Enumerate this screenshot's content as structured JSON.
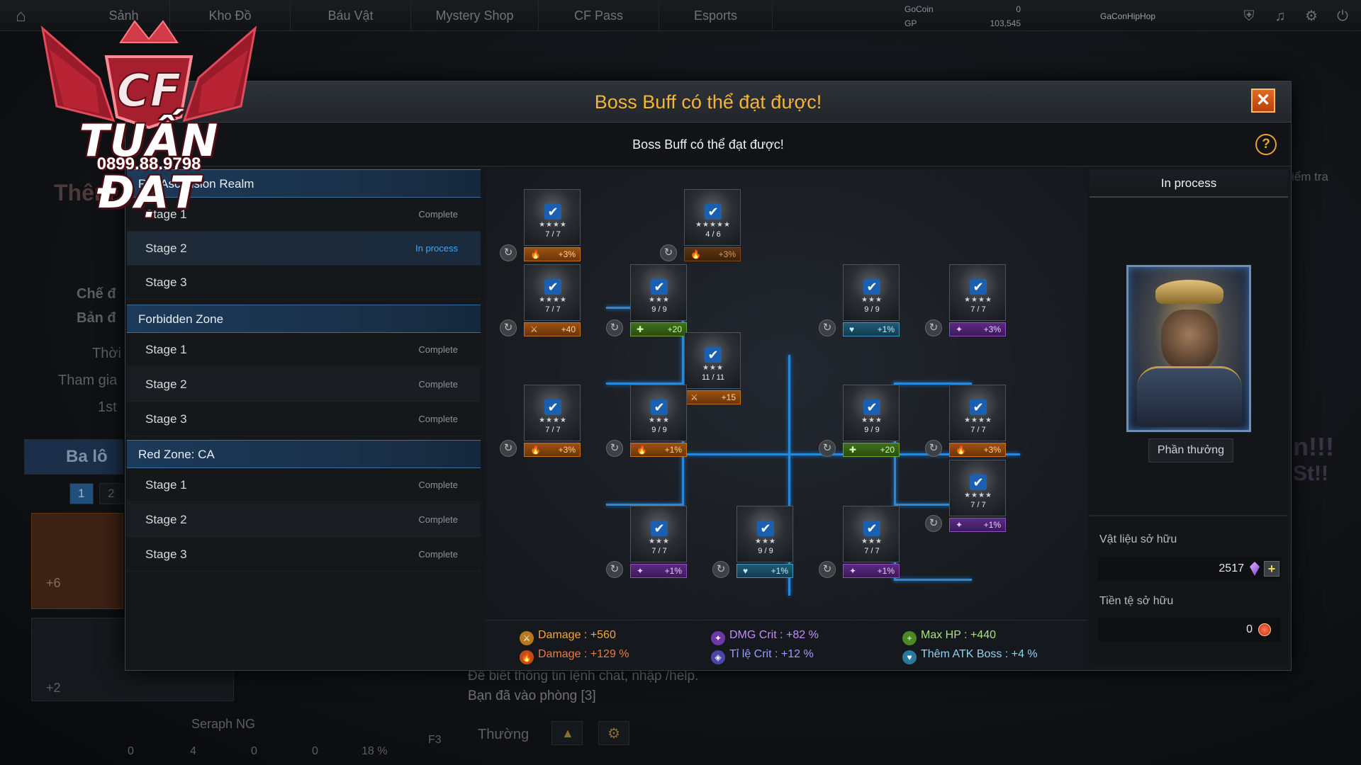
{
  "topbar": {
    "tabs": [
      "Sảnh",
      "Kho Đồ",
      "Báu Vật",
      "Mystery Shop",
      "CF Pass",
      "Esports"
    ],
    "gocoin_label": "GoCoin",
    "gocoin_value": "0",
    "gp_label": "GP",
    "gp_value": "103,545",
    "username": "GaConHipHop"
  },
  "logo": {
    "title": "TUẤN ĐẠT",
    "subtitle": "0899.88.9798",
    "emblem_text": "CF"
  },
  "background": {
    "left_title": "Thêm",
    "left_text_1": "Chế đ",
    "left_text_2": "Bản đ",
    "left_text_3": "Thời",
    "left_text_4": "Tham gia",
    "left_text_5": "1st",
    "bag_title": "Ba lô",
    "bag_page_1": "1",
    "bag_page_2": "2",
    "slot_1_count": "+6",
    "slot_2_count": "+2",
    "player_name": "Seraph NG",
    "chat_line_1": "Để biết thông tin lệnh chat, nhập /help.",
    "chat_line_2": "Bạn đã vào phòng [3]",
    "chat_mode": "Thường",
    "footer_counts": [
      "0",
      "4",
      "0",
      "0"
    ],
    "footer_percent": "18 %",
    "f3_key": "F3",
    "right_text_1": "iểm tra",
    "right_text_2": "n!!!",
    "right_text_3": "St!!"
  },
  "modal": {
    "title": "Boss Buff có thể đạt được!",
    "subtitle": "Boss Buff có thể đạt được!",
    "close_label": "✕",
    "help_label": "?"
  },
  "zones": [
    {
      "name": "RZ: Ascension Realm",
      "stages": [
        {
          "label": "Stage 1",
          "status": "Complete"
        },
        {
          "label": "Stage 2",
          "status": "In process"
        },
        {
          "label": "Stage 3",
          "status": ""
        }
      ]
    },
    {
      "name": "Forbidden Zone",
      "stages": [
        {
          "label": "Stage 1",
          "status": "Complete"
        },
        {
          "label": "Stage 2",
          "status": "Complete"
        },
        {
          "label": "Stage 3",
          "status": "Complete"
        }
      ]
    },
    {
      "name": "Red Zone: CA",
      "stages": [
        {
          "label": "Stage 1",
          "status": "Complete"
        },
        {
          "label": "Stage 2",
          "status": "Complete"
        },
        {
          "label": "Stage 3",
          "status": "Complete"
        }
      ]
    }
  ],
  "tree_nodes": [
    {
      "count": "7 / 7",
      "buff": "+3%",
      "type": "orange",
      "icon": "flame-icon",
      "stars": "★★★★"
    },
    {
      "count": "4 / 6",
      "buff": "+3%",
      "type": "dim",
      "icon": "flame-icon",
      "stars": "★★★★★"
    },
    {
      "count": "7 / 7",
      "buff": "+40",
      "type": "orange",
      "icon": "sword-icon",
      "stars": "★★★★"
    },
    {
      "count": "9 / 9",
      "buff": "+20",
      "type": "green",
      "icon": "hp-plus-icon",
      "stars": "★★★"
    },
    {
      "count": "9 / 9",
      "buff": "+1%",
      "type": "blue",
      "icon": "boss-atk-icon",
      "stars": "★★★"
    },
    {
      "count": "7 / 7",
      "buff": "+3%",
      "type": "purple",
      "icon": "crit-icon",
      "stars": "★★★★"
    },
    {
      "count": "11 / 11",
      "buff": "+15",
      "type": "orange",
      "icon": "sword-icon",
      "stars": "★★★"
    },
    {
      "count": "7 / 7",
      "buff": "+3%",
      "type": "orange",
      "icon": "flame-icon",
      "stars": "★★★★"
    },
    {
      "count": "9 / 9",
      "buff": "+1%",
      "type": "orange",
      "icon": "flame-icon",
      "stars": "★★★"
    },
    {
      "count": "9 / 9",
      "buff": "+20",
      "type": "green",
      "icon": "hp-plus-icon",
      "stars": "★★★"
    },
    {
      "count": "7 / 7",
      "buff": "+3%",
      "type": "orange",
      "icon": "flame-icon",
      "stars": "★★★★"
    },
    {
      "count": "7 / 7",
      "buff": "+1%",
      "type": "purple",
      "icon": "crit-icon",
      "stars": "★★★★"
    },
    {
      "count": "7 / 7",
      "buff": "+1%",
      "type": "purple",
      "icon": "crit-icon",
      "stars": "★★★"
    },
    {
      "count": "9 / 9",
      "buff": "+1%",
      "type": "blue",
      "icon": "boss-atk-icon",
      "stars": "★★★"
    },
    {
      "count": "7 / 7",
      "buff": "+1%",
      "type": "purple",
      "icon": "crit-icon",
      "stars": "★★★"
    }
  ],
  "stats": {
    "damage_flat": "Damage : +560",
    "damage_pct": "Damage : +129 %",
    "dmg_crit": "DMG Crit : +82 %",
    "crit_rate": "Tỉ lệ Crit : +12 %",
    "max_hp": "Max HP : +440",
    "boss_atk": "Thêm ATK Boss : +4 %"
  },
  "right_panel": {
    "status_title": "In process",
    "reward_button": "Phần thưởng",
    "materials_label": "Vật liệu sở hữu",
    "materials_value": "2517",
    "currency_label": "Tiền tệ sở hữu",
    "currency_value": "0",
    "plus_label": "+"
  },
  "colors": {
    "accent_gold": "#f4b43a",
    "in_process_blue": "#3aa6ff",
    "link_line_blue": "#2a88d8",
    "close_orange": "#e46a20"
  }
}
